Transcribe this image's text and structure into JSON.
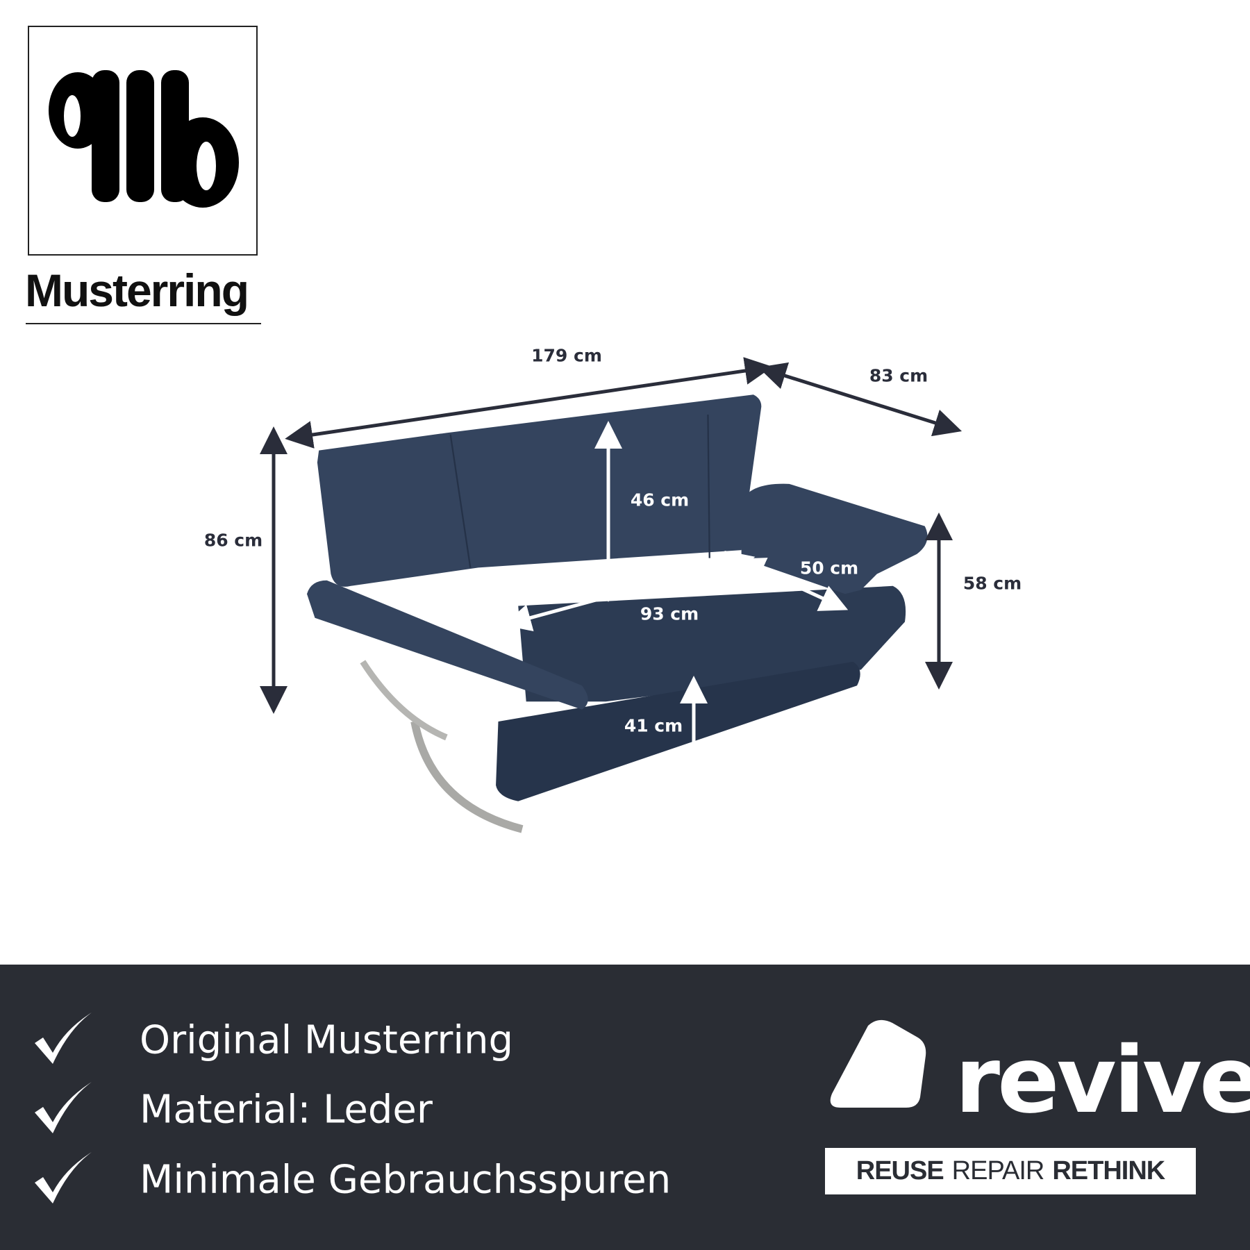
{
  "brand": {
    "name": "Musterring"
  },
  "dimensions": {
    "width": "179 cm",
    "depth": "83 cm",
    "height": "86 cm",
    "back_height": "46 cm",
    "seat_depth": "50 cm",
    "seat_width": "93 cm",
    "armrest_height": "58 cm",
    "seat_height": "41 cm"
  },
  "features": [
    "Original Musterring",
    "Material: Leder",
    "Minimale Gebrauchsspuren"
  ],
  "seller": {
    "name": "revive",
    "tagline": [
      "REUSE",
      "REPAIR",
      "RETHINK"
    ]
  },
  "colors": {
    "banner": "#2a2d34",
    "sofa": "#2c3b53",
    "arrow": "#2a2d3a"
  }
}
